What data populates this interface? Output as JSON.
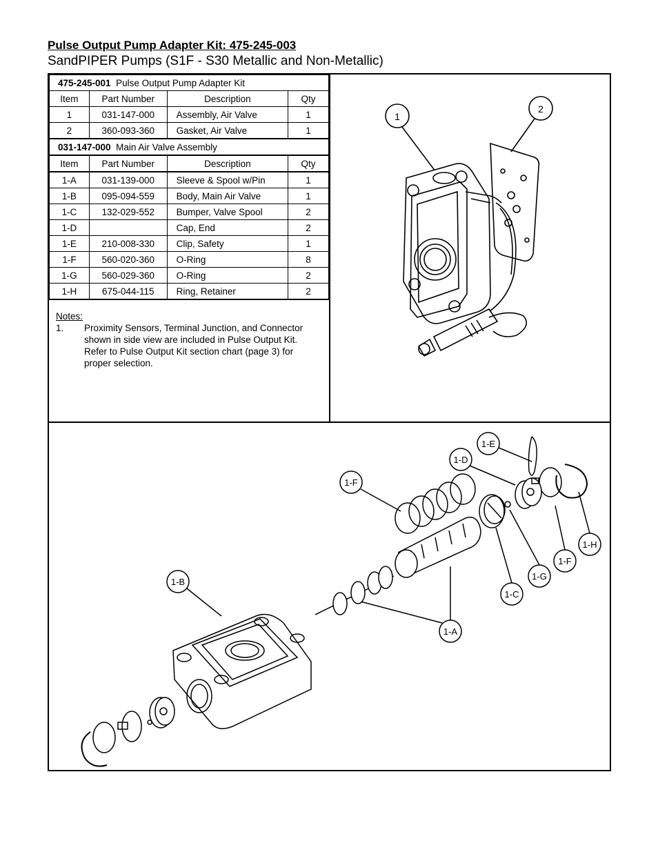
{
  "header": {
    "title": "Pulse Output Pump Adapter Kit: 475-245-003",
    "subtitle": "SandPIPER Pumps (S1F - S30 Metallic and Non-Metallic)"
  },
  "kit_section": {
    "part": "475-245-001",
    "name": "Pulse Output Pump Adapter Kit",
    "columns": [
      "Item",
      "Part Number",
      "Description",
      "Qty"
    ],
    "rows": [
      {
        "item": "1",
        "part": "031-147-000",
        "desc": "Assembly, Air Valve",
        "qty": "1"
      },
      {
        "item": "2",
        "part": "360-093-360",
        "desc": "Gasket, Air Valve",
        "qty": "1"
      }
    ]
  },
  "valve_section": {
    "part": "031-147-000",
    "name": "Main Air Valve Assembly",
    "columns": [
      "Item",
      "Part Number",
      "Description",
      "Qty"
    ],
    "rows": [
      {
        "item": "1-A",
        "part": "031-139-000",
        "desc": "Sleeve & Spool w/Pin",
        "qty": "1"
      },
      {
        "item": "1-B",
        "part": "095-094-559",
        "desc": "Body, Main Air Valve",
        "qty": "1"
      },
      {
        "item": "1-C",
        "part": "132-029-552",
        "desc": "Bumper, Valve Spool",
        "qty": "2"
      },
      {
        "item": "1-D",
        "part": "",
        "desc": "Cap, End",
        "qty": "2"
      },
      {
        "item": "1-E",
        "part": "210-008-330",
        "desc": "Clip, Safety",
        "qty": "1"
      },
      {
        "item": "1-F",
        "part": "560-020-360",
        "desc": "O-Ring",
        "qty": "8"
      },
      {
        "item": "1-G",
        "part": "560-029-360",
        "desc": "O-Ring",
        "qty": "2"
      },
      {
        "item": "1-H",
        "part": "675-044-115",
        "desc": "Ring, Retainer",
        "qty": "2"
      }
    ]
  },
  "notes": {
    "heading": "Notes:",
    "items": [
      {
        "num": "1.",
        "lines": [
          "Proximity Sensors, Terminal Junction, and Connector",
          "shown in side view are included in Pulse Output Kit.",
          "Refer  to Pulse Output Kit section chart (page 3) for",
          "proper selection."
        ]
      }
    ]
  },
  "callouts": {
    "c1": "1",
    "c2": "2",
    "c1E": "1-E",
    "c1D": "1-D",
    "c1F": "1-F",
    "c1B": "1-B",
    "c1H": "1-H",
    "c1F2": "1-F",
    "c1G": "1-G",
    "c1C": "1-C",
    "c1A": "1-A"
  }
}
